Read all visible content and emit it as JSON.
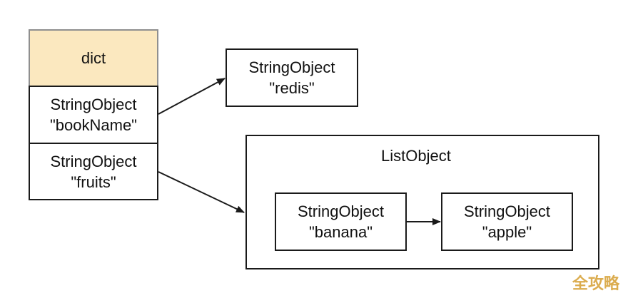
{
  "dict": {
    "header_label": "dict",
    "rows": [
      {
        "type_label": "StringObject",
        "value_label": "\"bookName\""
      },
      {
        "type_label": "StringObject",
        "value_label": "\"fruits\""
      }
    ]
  },
  "redis_node": {
    "type_label": "StringObject",
    "value_label": "\"redis\""
  },
  "list_object": {
    "title": "ListObject",
    "items": [
      {
        "type_label": "StringObject",
        "value_label": "\"banana\""
      },
      {
        "type_label": "StringObject",
        "value_label": "\"apple\""
      }
    ]
  },
  "watermark": "全攻略",
  "colors": {
    "header_fill": "#fbe8bf",
    "stroke": "#1a1a1a",
    "watermark": "#d8a43c"
  }
}
